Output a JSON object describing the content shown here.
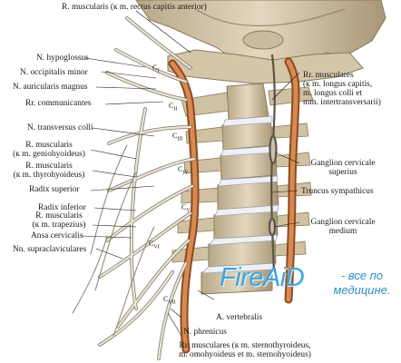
{
  "labels": {
    "top": "R. muscularis (к m. rectus capitis anterior)",
    "hypoglossus": "N. hypoglossus",
    "occipitalis": "N. occipitalis minor",
    "auricularis": "N. auricularis magnus",
    "communicantes": "Rr. communicantes",
    "transversus": "N. transversus colli",
    "geniohyoid": [
      "R. muscularis",
      "(к m. geniohyoideus)"
    ],
    "thyrohyoid": [
      "R. muscularis",
      "(к m. thyrohyoideus)"
    ],
    "radix_sup": "Radix superior",
    "radix_inf": "Radix inferior",
    "trapezius": [
      "R. muscularis",
      "(к m. trapezius)"
    ],
    "ansa": "Ansa cervicalis",
    "supraclav": "Nn. supraclaviculares",
    "rr_musc_right": [
      "Rr. musculares",
      "(к m. longus capitis,",
      "m. longus colli et",
      "mm. intertransversarii)"
    ],
    "ganglion_sup": [
      "Ganglion cervicale",
      "superius"
    ],
    "truncus": "Truncus sympathicus",
    "ganglion_med": [
      "Ganglion cervicale",
      "medium"
    ],
    "vertebralis": "A. vertebralis",
    "phrenicus": "N. phrenicus",
    "rr_musc_bottom": [
      "Rr. musculares (к m. sternothyroideus,",
      "m. omohyoideus et m. sternohyoideus)"
    ]
  },
  "segments": {
    "c1": {
      "base": "C",
      "sub": "I"
    },
    "c2": {
      "base": "C",
      "sub": "II"
    },
    "c3": {
      "base": "C",
      "sub": "III"
    },
    "c4": {
      "base": "C",
      "sub": "IV"
    },
    "c5": {
      "base": "C",
      "sub": "V"
    },
    "c6": {
      "base": "C",
      "sub": "VI"
    },
    "c7": {
      "base": "C",
      "sub": "VII"
    }
  },
  "watermark": {
    "name": "FireAiD",
    "tagline": [
      "- все по",
      "медицине."
    ]
  },
  "colors": {
    "bone": "#d9ccb2",
    "bone_shadow": "#9a8a6c",
    "nerve": "#ece6d6",
    "artery": "#c0703a",
    "logo": "#3ea5df"
  }
}
